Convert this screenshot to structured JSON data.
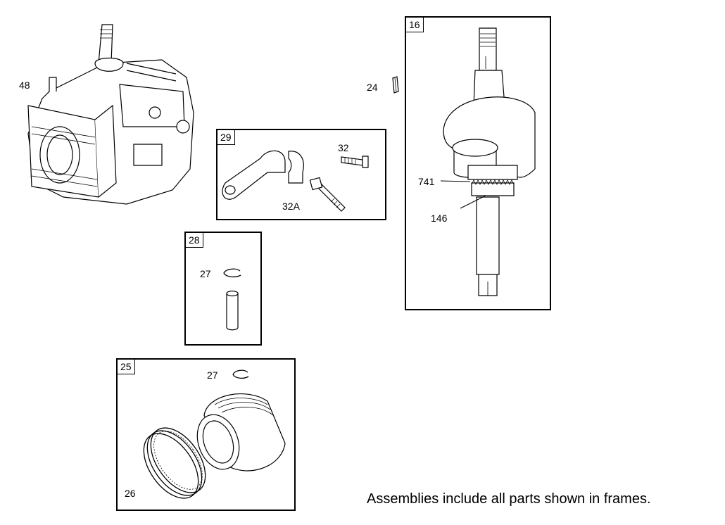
{
  "frames": {
    "f16": "16",
    "f29": "29",
    "f28": "28",
    "f25": "25"
  },
  "labels": {
    "p48": "48",
    "p24": "24",
    "p741": "741",
    "p146": "146",
    "p32": "32",
    "p32a": "32A",
    "p27a": "27",
    "p27b": "27",
    "p26": "26"
  },
  "note": "Assemblies include all parts shown in frames.",
  "icons": [
    "cylinder-block-art",
    "crankshaft-art",
    "key-art",
    "connecting-rod-art",
    "bolt-art",
    "piston-pin-art",
    "retainer-ring-art",
    "piston-art",
    "piston-rings-art"
  ]
}
